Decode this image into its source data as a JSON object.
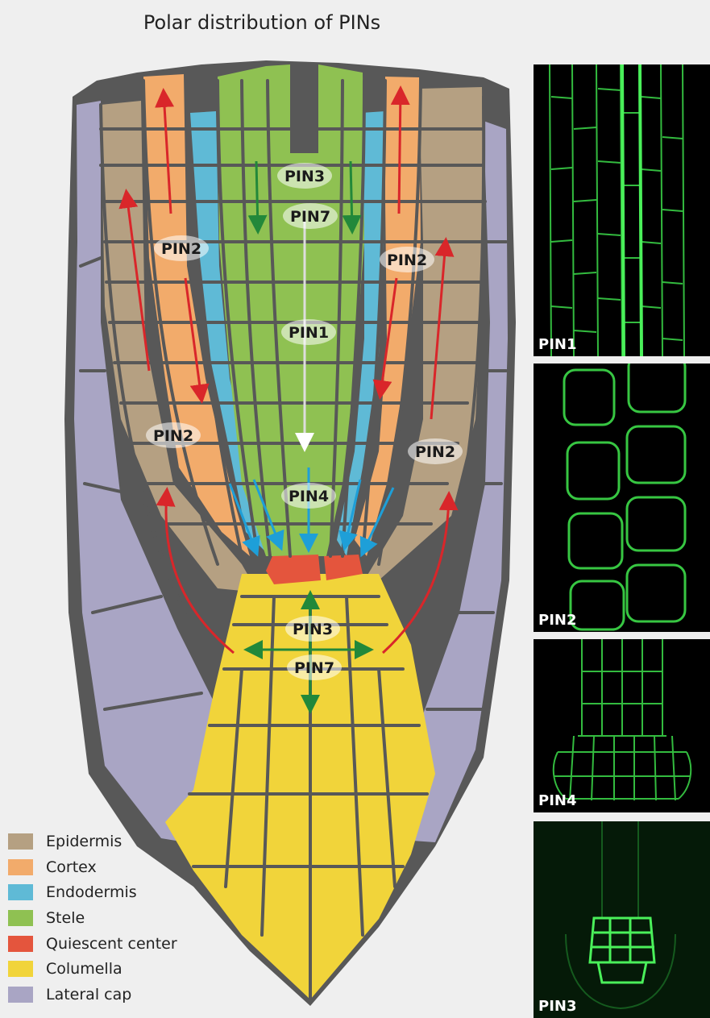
{
  "title": "Polar distribution of PINs",
  "colors": {
    "epidermis": "#b5a082",
    "cortex": "#f2ab6b",
    "endodermis": "#5fbad6",
    "stele": "#8fc152",
    "quiescent_center": "#e4553d",
    "columella": "#f1d43a",
    "lateral_cap": "#a9a5c4",
    "outline": "#585858",
    "arrow_red": "#d9262a",
    "arrow_blue": "#1e9fd8",
    "arrow_green": "#22883a",
    "fluor": "#3ddc4a"
  },
  "diagram_labels": {
    "pin3_top": "PIN3",
    "pin7_top": "PIN7",
    "pin2_left_upper": "PIN2",
    "pin2_right_upper": "PIN2",
    "pin1": "PIN1",
    "pin2_left_lower": "PIN2",
    "pin2_right_lower": "PIN2",
    "pin4": "PIN4",
    "pin3_bottom": "PIN3",
    "pin7_bottom": "PIN7"
  },
  "legend": [
    {
      "label": "Epidermis",
      "color": "#b5a082"
    },
    {
      "label": "Cortex",
      "color": "#f2ab6b"
    },
    {
      "label": "Endodermis",
      "color": "#5fbad6"
    },
    {
      "label": "Stele",
      "color": "#8fc152"
    },
    {
      "label": "Quiescent center",
      "color": "#e4553d"
    },
    {
      "label": "Columella",
      "color": "#f1d43a"
    },
    {
      "label": "Lateral cap",
      "color": "#a9a5c4"
    }
  ],
  "micrographs": [
    {
      "label": "PIN1"
    },
    {
      "label": "PIN2"
    },
    {
      "label": "PIN4"
    },
    {
      "label": "PIN3"
    }
  ]
}
